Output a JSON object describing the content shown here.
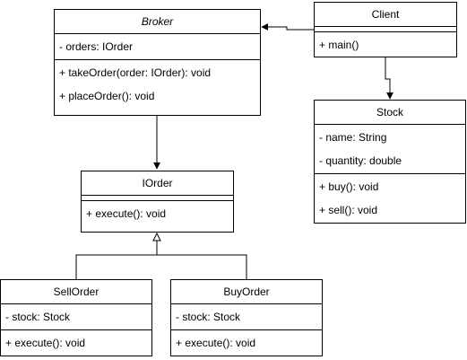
{
  "diagram": {
    "classes": {
      "broker": {
        "name": "Broker",
        "attributes": [
          "- orders: IOrder"
        ],
        "methods": [
          "+ takeOrder(order: IOrder): void",
          "+ placeOrder(): void"
        ]
      },
      "client": {
        "name": "Client",
        "attributes": [],
        "methods": [
          "+ main()"
        ]
      },
      "stock": {
        "name": "Stock",
        "attributes": [
          "- name: String",
          "- quantity: double"
        ],
        "methods": [
          "+ buy(): void",
          "+ sell(): void"
        ]
      },
      "iorder": {
        "name": "IOrder",
        "attributes": [],
        "methods": [
          "+ execute(): void"
        ]
      },
      "sellorder": {
        "name": "SellOrder",
        "attributes": [
          "- stock: Stock"
        ],
        "methods": [
          "+ execute(): void"
        ]
      },
      "buyorder": {
        "name": "BuyOrder",
        "attributes": [
          "- stock: Stock"
        ],
        "methods": [
          "+ execute(): void"
        ]
      }
    },
    "line_color": "#000000",
    "box_fill": "#ffffff"
  }
}
